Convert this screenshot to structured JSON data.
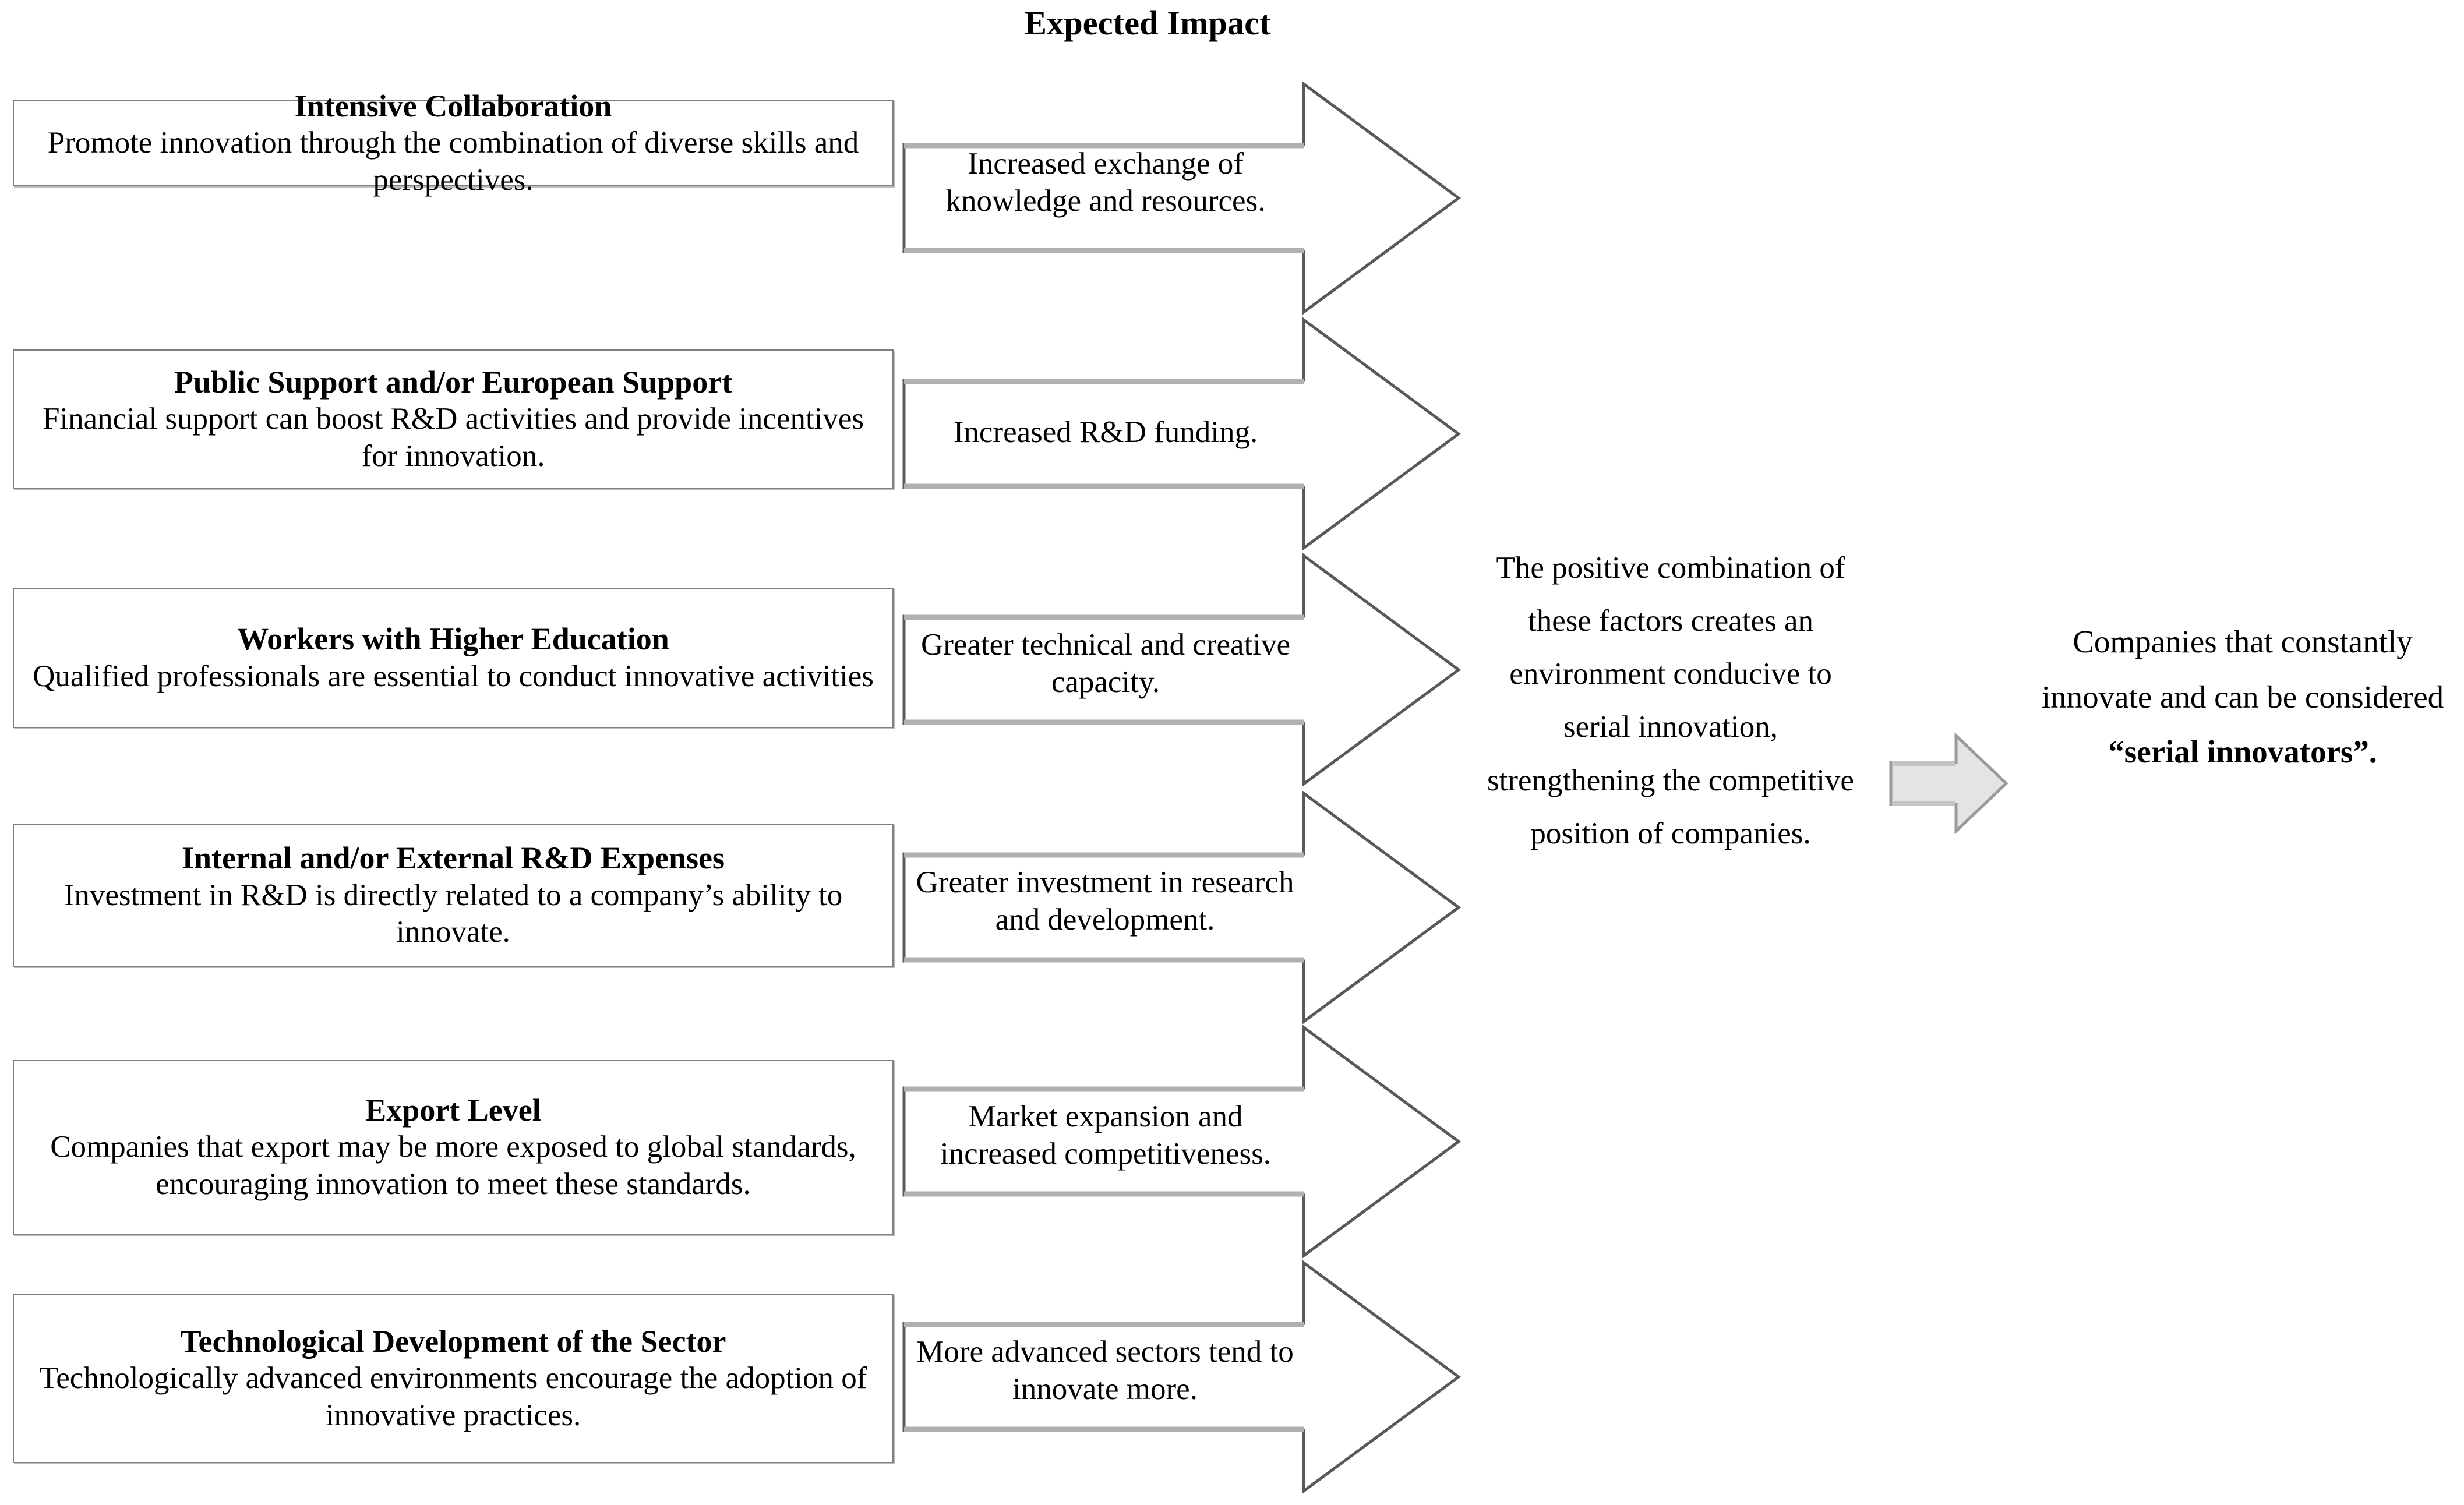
{
  "diagram": {
    "title": "Expected Impact",
    "rows": [
      {
        "factor_title": "Intensive Collaboration",
        "factor_desc": "Promote innovation through the combination of diverse skills and perspectives.",
        "impact": "Increased exchange of knowledge and resources."
      },
      {
        "factor_title": "Public Support and/or European Support",
        "factor_desc": "Financial support can boost R&D activities and provide incentives for innovation.",
        "impact": "Increased R&D funding."
      },
      {
        "factor_title": "Workers with Higher Education",
        "factor_desc": "Qualified professionals are essential to conduct innovative activities",
        "impact": "Greater technical and creative capacity."
      },
      {
        "factor_title": "Internal and/or External R&D Expenses",
        "factor_desc": "Investment in R&D is directly related to a company’s ability to innovate.",
        "impact": "Greater investment in research and development."
      },
      {
        "factor_title": "Export Level",
        "factor_desc": "Companies that export may be more exposed to global standards, encouraging innovation to meet these standards.",
        "impact": "Market expansion and increased competitiveness."
      },
      {
        "factor_title": "Technological Development of the Sector",
        "factor_desc": "Technologically advanced environments encourage the adoption of innovative practices.",
        "impact": "More advanced sectors tend to innovate more."
      }
    ],
    "synthesis": "The positive combination of these factors creates an environment conducive to serial innovation, strengthening the competitive position of companies.",
    "conclusion_prefix": "Companies that constantly innovate and can be considered ",
    "conclusion_emphasis": "“serial innovators”.",
    "colors": {
      "box_border": "#808080",
      "box_shadow": "#bdbdbd",
      "arrow_outline": "#595959",
      "gray_arrow_fill": "#e4e4e4",
      "gray_arrow_stroke": "#9a9a9a",
      "text": "#000000",
      "background": "#ffffff"
    }
  }
}
